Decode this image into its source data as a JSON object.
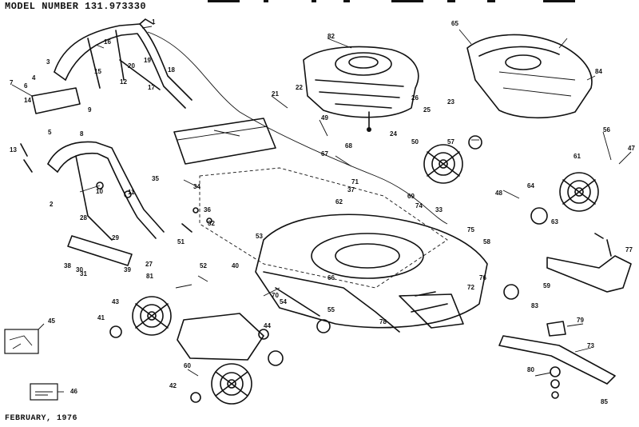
{
  "header": {
    "model_number": "MODEL NUMBER 131.973330"
  },
  "footer": {
    "date": "FEBRUARY, 1976"
  },
  "callouts": [
    "1",
    "2",
    "3",
    "4",
    "5",
    "6",
    "7",
    "8",
    "9",
    "10",
    "11",
    "12",
    "13",
    "14",
    "15",
    "16",
    "17",
    "18",
    "19",
    "20",
    "21",
    "22",
    "23",
    "24",
    "25",
    "26",
    "27",
    "28",
    "29",
    "30",
    "31",
    "32",
    "33",
    "34",
    "35",
    "36",
    "37",
    "38",
    "39",
    "40",
    "41",
    "42",
    "43",
    "44",
    "45",
    "46",
    "47",
    "48",
    "49",
    "50",
    "51",
    "52",
    "53",
    "54",
    "55",
    "56",
    "57",
    "58",
    "59",
    "60",
    "61",
    "62",
    "63",
    "64",
    "65",
    "66",
    "67",
    "68",
    "69",
    "70",
    "71",
    "72",
    "73",
    "74",
    "75",
    "76",
    "77",
    "78",
    "79",
    "80",
    "81",
    "82",
    "83",
    "84",
    "85"
  ]
}
